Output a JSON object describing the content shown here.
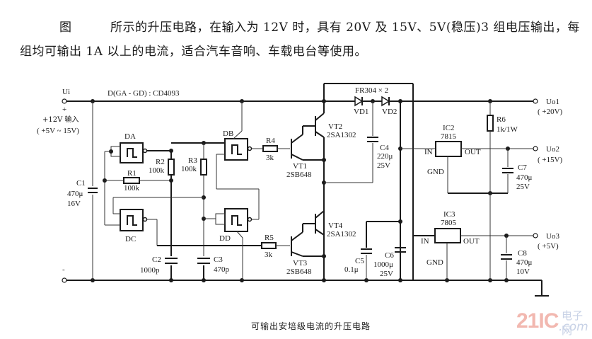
{
  "paragraph": {
    "fig_label": "图",
    "line1": "所示的升压电路，在输入为 12V 时，具有 20V 及 15V、5V(稳压)3 组电压输出，每",
    "line2": "组均可输出 1A 以上的电流，适合汽车音响、车载电台等使用。"
  },
  "caption": "可输出安培级电流的升压电路",
  "watermark": {
    "brand": "21IC",
    "cn": "电子网",
    "domain": ".com"
  },
  "schematic": {
    "input": {
      "label": "Ui",
      "plus": "+",
      "minus": "-",
      "desc": "+12V 输入",
      "range": "( +5V ~ 15V)"
    },
    "ic_note": "D(GA - GD) : CD4093",
    "diode_note": "FR304 × 2",
    "gates": [
      {
        "id": "DA",
        "label": "DA"
      },
      {
        "id": "DB",
        "label": "DB"
      },
      {
        "id": "DC",
        "label": "DC"
      },
      {
        "id": "DD",
        "label": "DD"
      }
    ],
    "resistors": [
      {
        "id": "R1",
        "label": "R1",
        "value": "100k"
      },
      {
        "id": "R2",
        "label": "R2",
        "value": "100k"
      },
      {
        "id": "R3",
        "label": "R3",
        "value": "100k"
      },
      {
        "id": "R4",
        "label": "R4",
        "value": "3k"
      },
      {
        "id": "R5",
        "label": "R5",
        "value": "3k"
      },
      {
        "id": "R6",
        "label": "R6",
        "value": "1k/1W"
      }
    ],
    "capacitors": [
      {
        "id": "C1",
        "label": "C1",
        "value": "470μ",
        "rating": "16V"
      },
      {
        "id": "C2",
        "label": "C2",
        "value": "1000p",
        "rating": ""
      },
      {
        "id": "C3",
        "label": "C3",
        "value": "470p",
        "rating": ""
      },
      {
        "id": "C4",
        "label": "C4",
        "value": "220μ",
        "rating": "25V"
      },
      {
        "id": "C5",
        "label": "C5",
        "value": "0.1μ",
        "rating": ""
      },
      {
        "id": "C6",
        "label": "C6",
        "value": "1000μ",
        "rating": "25V"
      },
      {
        "id": "C7",
        "label": "C7",
        "value": "470μ",
        "rating": "25V"
      },
      {
        "id": "C8",
        "label": "C8",
        "value": "470μ",
        "rating": "10V"
      }
    ],
    "transistors": [
      {
        "id": "VT1",
        "label": "VT1",
        "part": "2SB648"
      },
      {
        "id": "VT2",
        "label": "VT2",
        "part": "2SA1302"
      },
      {
        "id": "VT3",
        "label": "VT3",
        "part": "2SB648"
      },
      {
        "id": "VT4",
        "label": "VT4",
        "part": "2SA1302"
      }
    ],
    "diodes": [
      {
        "id": "VD1",
        "label": "VD1"
      },
      {
        "id": "VD2",
        "label": "VD2"
      }
    ],
    "regulators": [
      {
        "id": "IC2",
        "label": "IC2",
        "part": "7815",
        "in": "IN",
        "out": "OUT",
        "gnd": "GND"
      },
      {
        "id": "IC3",
        "label": "IC3",
        "part": "7805",
        "in": "IN",
        "out": "OUT",
        "gnd": "GND"
      }
    ],
    "outputs": [
      {
        "id": "Uo1",
        "label": "Uo1",
        "value": "( +20V)"
      },
      {
        "id": "Uo2",
        "label": "Uo2",
        "value": "( +15V)"
      },
      {
        "id": "Uo3",
        "label": "Uo3",
        "value": "( +5V)"
      }
    ]
  }
}
